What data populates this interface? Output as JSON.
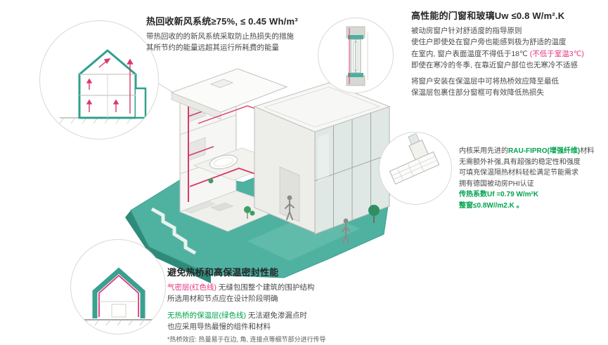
{
  "colors": {
    "teal_ground": "#4fb2a1",
    "teal_ground_dark": "#2e8a7a",
    "diagram_teal": "#2fa08c",
    "green_text": "#00a24f",
    "pink_text": "#e5317f",
    "duct_red": "#d9386b",
    "heading": "#262626",
    "body": "#4a4a4a"
  },
  "ventilation": {
    "title": "热回收新风系统≥75%, ≤ 0.45 Wh/m³",
    "lines": [
      "带热回收的的新风系统采取防止热损失的措施",
      "其所节约的能量远超其运行所耗费的能量"
    ]
  },
  "windows": {
    "title": "高性能的门窗和玻璃Uw ≤0.8 W/m².K",
    "lines_a": [
      "被动房窗户针对舒适度的指导原则",
      "使住户即使处在窗户旁也能感到极为舒适的温度"
    ],
    "temp_prefix": "在室内, 窗户表面温度不得低于18℃ ",
    "temp_red": "(不低于室温3℃)",
    "line_cold": "即使在寒冷的冬季, 在靠近窗户部位也无寒冷不适感",
    "lines_b": [
      "将窗户安装在保温层中可将热桥效应降至最低",
      "保温层包裹住部分窗框可有效降低热损失"
    ]
  },
  "profile": {
    "line1_prefix": "内核采用先进的",
    "line1_green": "RAU-FIPRO(增强纤维)",
    "line1_suffix": "材料",
    "lines": [
      "无需额外补强,具有超强的稳定性和强度",
      "可填充保温隔热材料轻松满足节能需求",
      "拥有德国被动房PHI认证"
    ],
    "stat_uf": "传热系数Uf =0.79 W/m²K",
    "stat_uw": "整窗≤0.8W//m2.K 。"
  },
  "thermal": {
    "title": "避免热桥和高保温密封性能",
    "airtight_label": "气密层(红色线)",
    "airtight_rest": " 无缝包围整个建筑的围护结构",
    "line2": "所选用材和节点应在设计阶段明确",
    "insulation_label": "无热桥的保温层(绿色线)",
    "insulation_rest": " 无法避免渗漏点时",
    "line4": "也应采用导热最慢的组件和材料",
    "footnote": "*热桥效应: 热量易于在边, 角, 连接点等细节部分进行传导"
  }
}
